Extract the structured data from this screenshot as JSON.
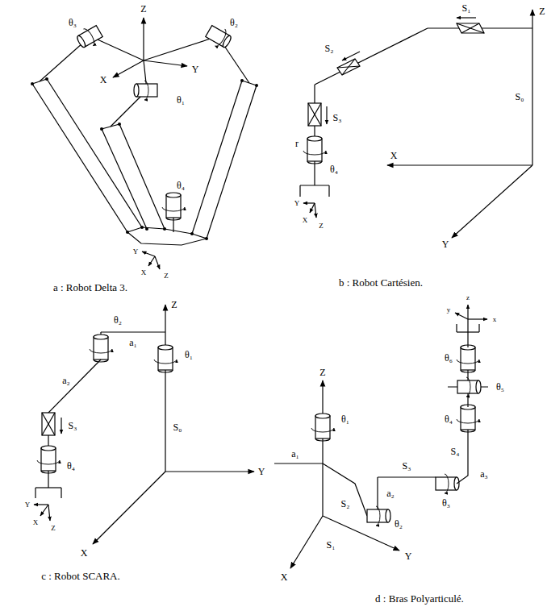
{
  "diagram": {
    "labels": [
      "Z",
      "θ₃",
      "θ₂",
      "X",
      "Y",
      "θ₁",
      "θ₄",
      "Y",
      "X",
      "Z",
      "a : Robot Delta 3.",
      "Z",
      "S₁",
      "S₂",
      "S₀",
      "S₃",
      "r",
      "X",
      "θ₄",
      "Y",
      "X",
      "Z",
      "Y",
      "b : Robot Cartésien.",
      "Z",
      "θ₂",
      "a₁",
      "θ₁",
      "a₂",
      "S₃",
      "S₀",
      "Y",
      "θ₄",
      "Y",
      "X",
      "Z",
      "X",
      "c : Robot SCARA.",
      "z",
      "y",
      "x",
      "θ₆",
      "θ₅",
      "θ₄",
      "Z",
      "S₄",
      "θ₁",
      "a₃",
      "S₃",
      "a₁",
      "S₂",
      "a₂",
      "θ₃",
      "θ₂",
      "S₁",
      "Y",
      "X",
      "d : Bras Polyarticulé."
    ]
  }
}
